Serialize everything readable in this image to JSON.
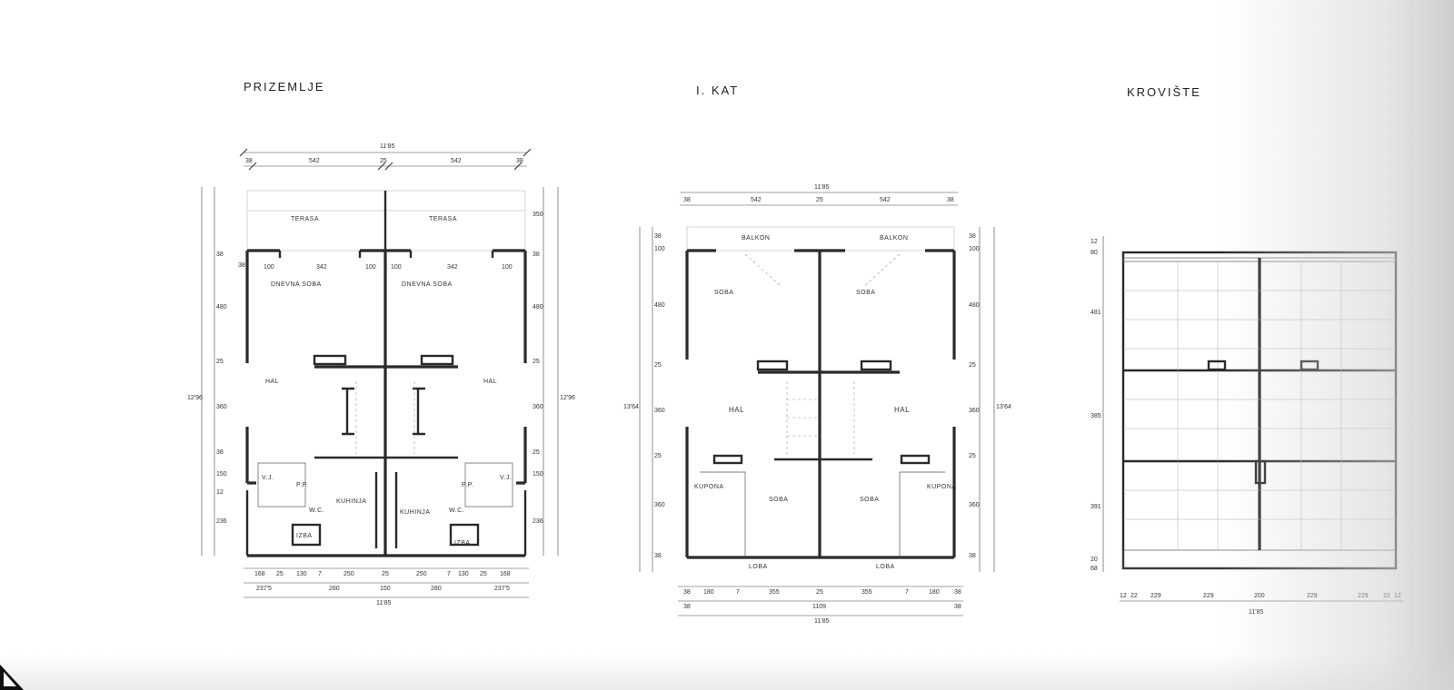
{
  "plans": {
    "prizemlje": {
      "title": "PRIZEMLJE",
      "rooms": {
        "terasa_l": "TERASA",
        "terasa_r": "TERASA",
        "dnevna_l": "DNEVNA SOBA",
        "dnevna_r": "DNEVNA SOBA",
        "hal_l": "HAL",
        "hal_r": "HAL",
        "kuhinja_l": "KUHINJA",
        "kuhinja_r": "KUHINJA",
        "izba_l": "IZBA",
        "izba_r": "IZBA",
        "wc_l": "W.C.",
        "wc_r": "W.C.",
        "pp_l": "P.P.",
        "pp_r": "P.P.",
        "vj_l": "V.J.",
        "vj_r": "V.J."
      },
      "dims": {
        "top_total": "11'85",
        "top_a": "38",
        "top_b": "542",
        "top_c": "25",
        "top_d": "542",
        "top_e": "38",
        "inner_a": "38",
        "inner_b": "100",
        "inner_c": "342",
        "inner_d": "100",
        "inner_e": "100",
        "inner_f": "342",
        "inner_g": "100",
        "left_a": "38",
        "left_b": "480",
        "left_c": "25",
        "left_d": "360",
        "left_e": "38",
        "left_f": "150",
        "left_g": "12",
        "left_h": "236",
        "left_total": "12'96",
        "right_a": "350",
        "right_b": "38",
        "right_c": "480",
        "right_d": "25",
        "right_e": "360",
        "right_f": "25",
        "right_g": "150",
        "right_h": "236",
        "right_total": "12'96",
        "bot_a": "168",
        "bot_b": "25",
        "bot_c": "130",
        "bot_d": "7",
        "bot_e": "250",
        "bot_f": "25",
        "bot_g": "250",
        "bot_h": "7",
        "bot_i": "130",
        "bot_j": "25",
        "bot_k": "168",
        "bot2_a": "237'5",
        "bot2_b": "280",
        "bot2_c": "150",
        "bot2_d": "280",
        "bot2_e": "237'5",
        "bot_total": "11'85"
      }
    },
    "kat": {
      "title": "I. KAT",
      "rooms": {
        "balkon_l": "BALKON",
        "balkon_r": "BALKON",
        "soba_tl": "SOBA",
        "soba_tr": "SOBA",
        "hal_l": "HAL",
        "hal_r": "HAL",
        "soba_bl": "SOBA",
        "soba_br": "SOBA",
        "kupona_l": "KUPONA",
        "kupona_r": "KUPONA",
        "loba_l": "LOBA",
        "loba_r": "LOBA"
      },
      "dims": {
        "top_total": "11'85",
        "top_a": "38",
        "top_b": "542",
        "top_c": "25",
        "top_d": "542",
        "top_e": "38",
        "left_a": "38",
        "left_b": "100",
        "left_c": "480",
        "left_d": "25",
        "left_e": "360",
        "left_f": "25",
        "left_g": "360",
        "left_h": "38",
        "left_total": "13'64",
        "right_a": "38",
        "right_b": "100",
        "right_c": "480",
        "right_d": "25",
        "right_e": "360",
        "right_f": "25",
        "right_g": "360",
        "right_h": "38",
        "right_total": "13'64",
        "bot_a": "38",
        "bot_b": "180",
        "bot_c": "7",
        "bot_d": "355",
        "bot_e": "25",
        "bot_f": "355",
        "bot_g": "7",
        "bot_h": "180",
        "bot_i": "38",
        "bot2_a": "38",
        "bot2_b": "1109",
        "bot2_c": "38",
        "bot_total": "11'85"
      }
    },
    "kroviste": {
      "title": "KROVIŠTE",
      "dims": {
        "left_a": "12",
        "left_b": "80",
        "left_c": "481",
        "left_d": "385",
        "left_e": "391",
        "left_f": "20",
        "left_g": "68",
        "bot_a": "12",
        "bot_b": "22",
        "bot_c": "229",
        "bot_d": "229",
        "bot_e": "200",
        "bot_f": "229",
        "bot_g": "229",
        "bot_h": "22",
        "bot_i": "12",
        "bot_total": "11'85"
      }
    }
  }
}
